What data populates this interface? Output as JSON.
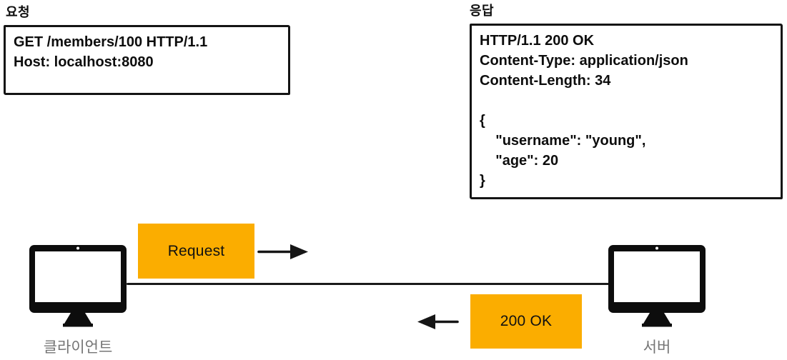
{
  "diagram": {
    "request_section": {
      "title": "요청",
      "lines": [
        "GET /members/100 HTTP/1.1",
        "Host: localhost:8080"
      ]
    },
    "response_section": {
      "title": "응답",
      "lines": [
        "HTTP/1.1 200 OK",
        "Content-Type: application/json",
        "Content-Length: 34",
        "",
        "{",
        "    \"username\": \"young\",",
        "    \"age\": 20",
        "}"
      ]
    },
    "flow": {
      "request_badge": "Request",
      "response_badge": "200 OK",
      "client_label": "클라이언트",
      "server_label": "서버"
    },
    "colors": {
      "badge_orange": "#FBAD00",
      "label_gray": "#757575",
      "ink_black": "#111111"
    }
  }
}
